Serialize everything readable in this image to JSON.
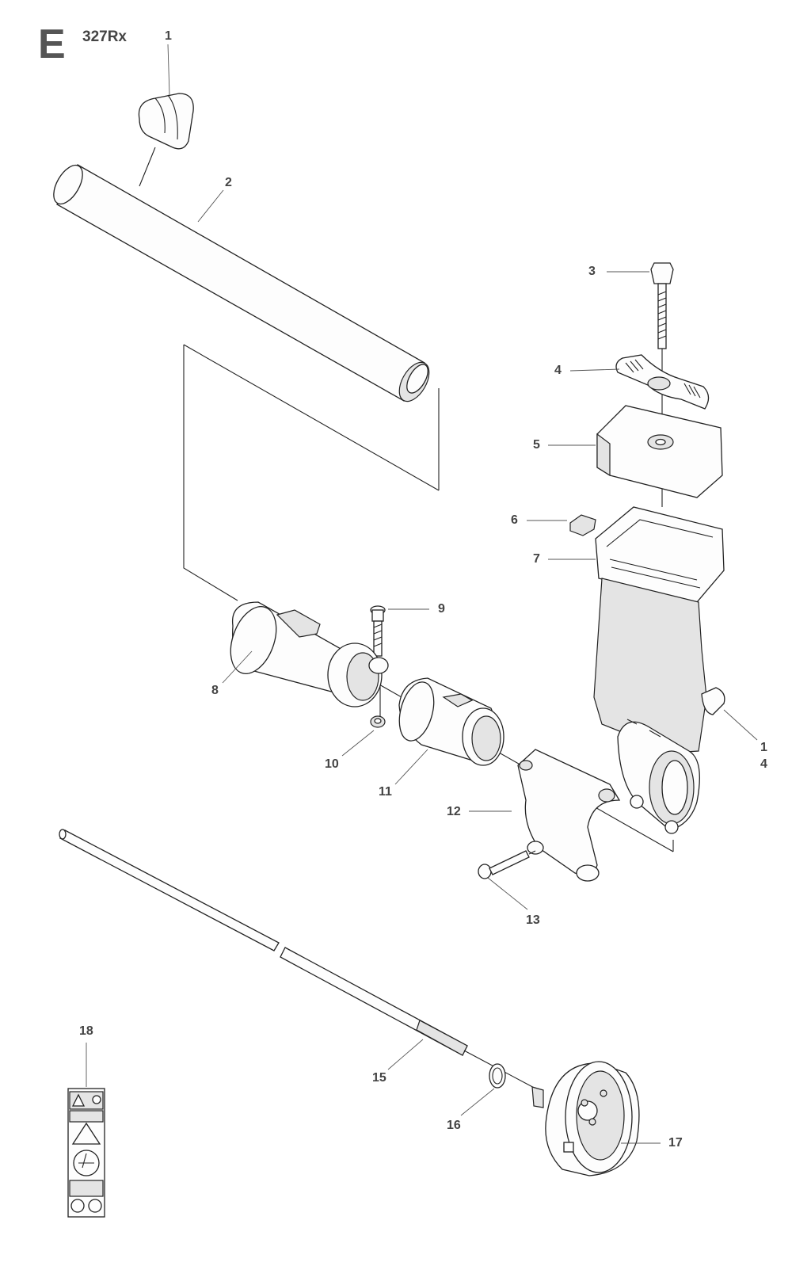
{
  "header": {
    "section_letter": "E",
    "model": "327Rx"
  },
  "callouts": [
    {
      "id": "c1",
      "text": "1"
    },
    {
      "id": "c2",
      "text": "2"
    },
    {
      "id": "c3",
      "text": "3"
    },
    {
      "id": "c4",
      "text": "4"
    },
    {
      "id": "c5",
      "text": "5"
    },
    {
      "id": "c6",
      "text": "6"
    },
    {
      "id": "c7",
      "text": "7"
    },
    {
      "id": "c8",
      "text": "8"
    },
    {
      "id": "c9",
      "text": "9"
    },
    {
      "id": "c10",
      "text": "10"
    },
    {
      "id": "c11",
      "text": "11"
    },
    {
      "id": "c12",
      "text": "12"
    },
    {
      "id": "c13",
      "text": "13"
    },
    {
      "id": "c14a",
      "text": "1"
    },
    {
      "id": "c14b",
      "text": "4"
    },
    {
      "id": "c15",
      "text": "15"
    },
    {
      "id": "c16",
      "text": "16"
    },
    {
      "id": "c17",
      "text": "17"
    },
    {
      "id": "c18",
      "text": "18"
    }
  ]
}
